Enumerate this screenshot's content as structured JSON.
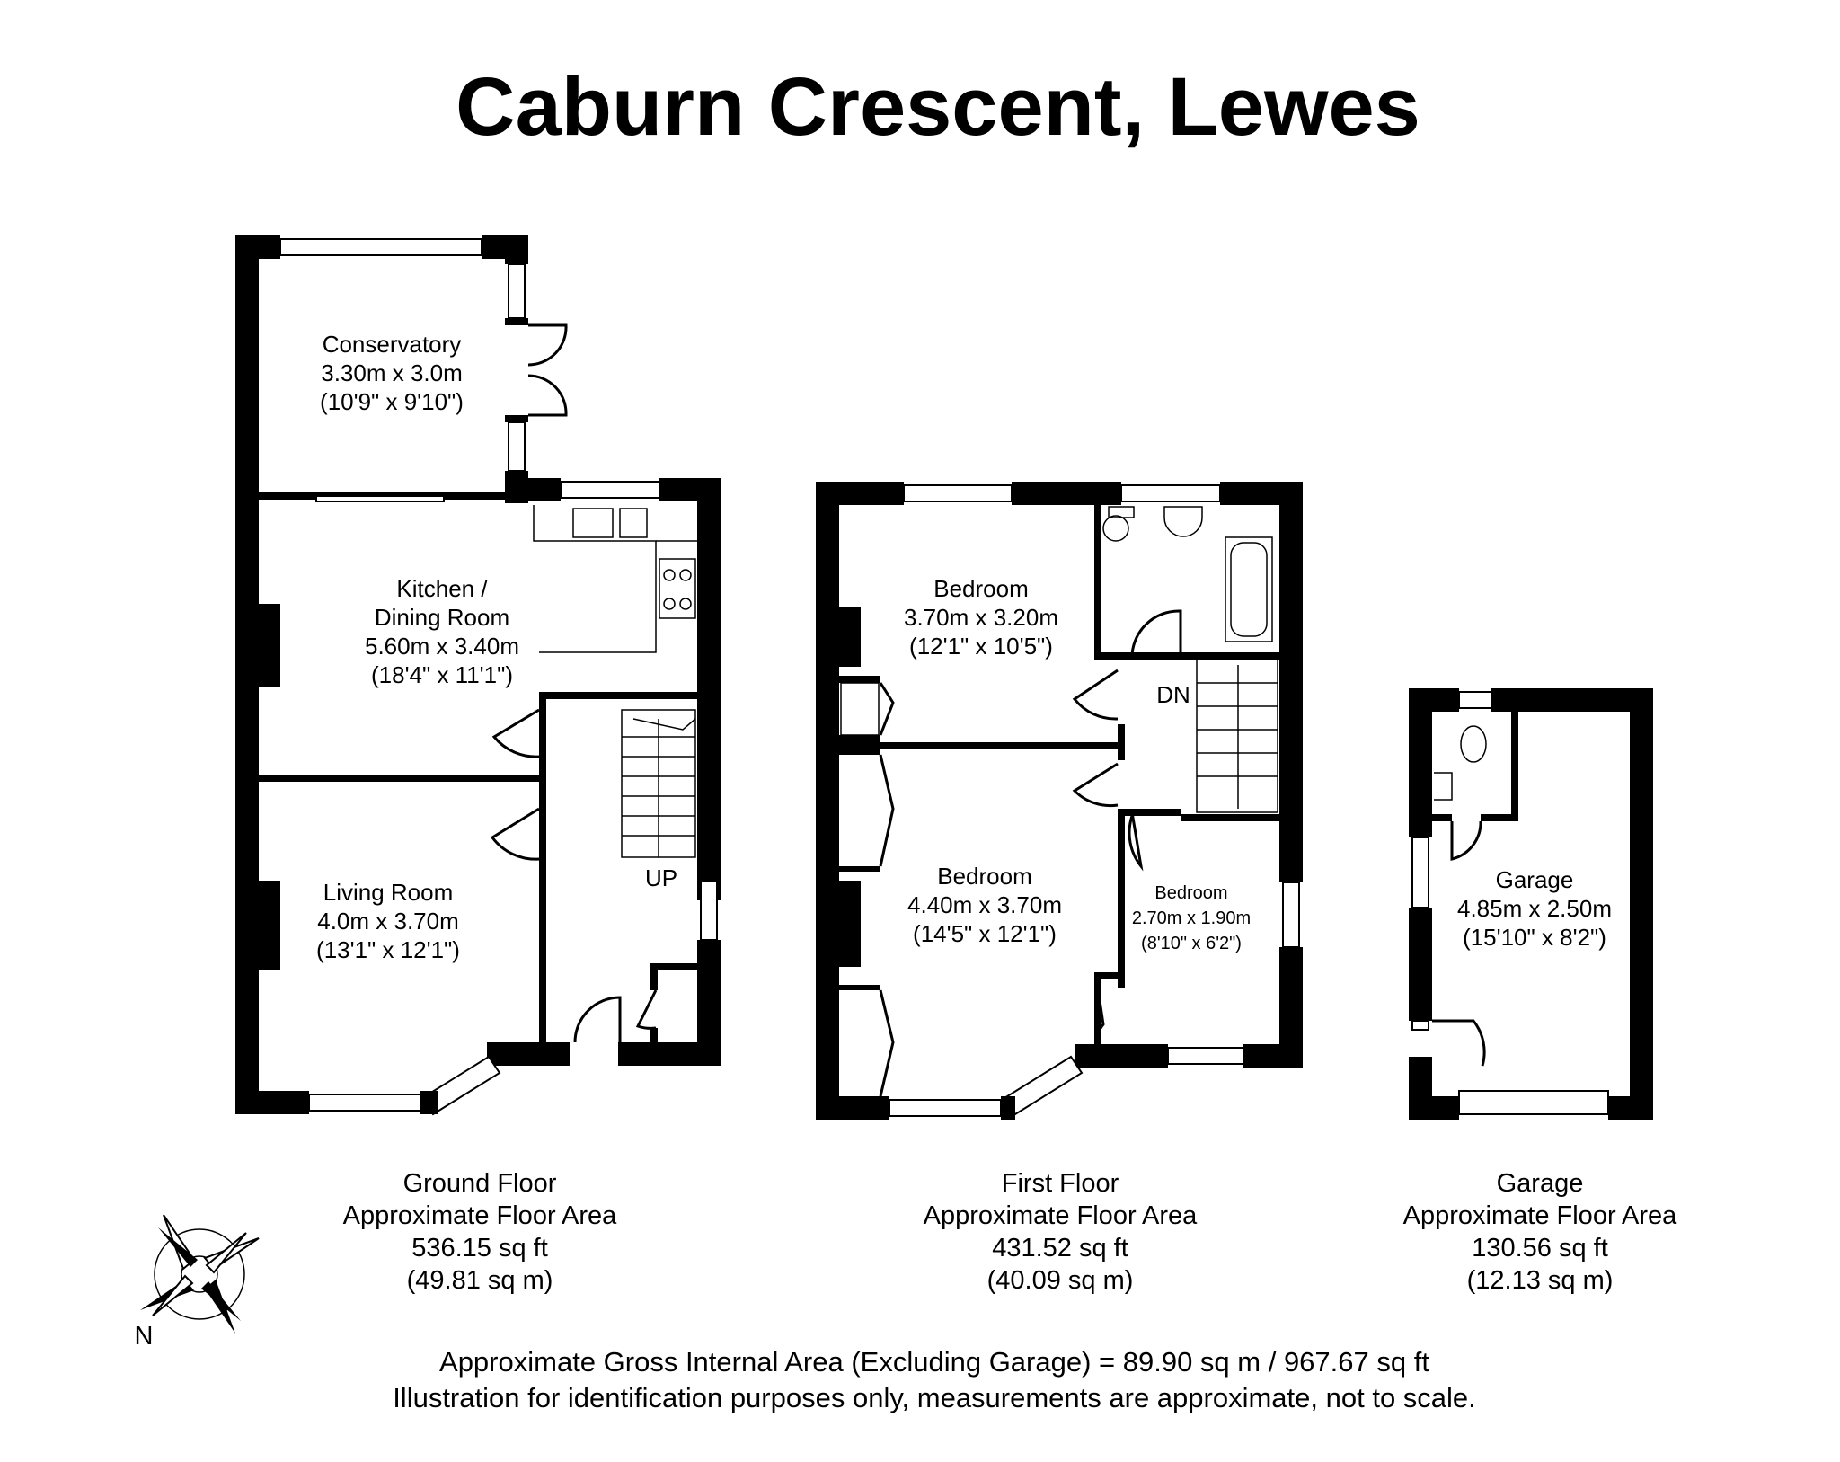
{
  "title": "Caburn Crescent, Lewes",
  "rooms": {
    "conservatory": {
      "name": "Conservatory",
      "metric": "3.30m x 3.0m",
      "imperial": "(10'9\" x 9'10\")"
    },
    "kitchen": {
      "name_line1": "Kitchen /",
      "name_line2": "Dining Room",
      "metric": "5.60m x 3.40m",
      "imperial": "(18'4\" x 11'1\")"
    },
    "living": {
      "name": "Living Room",
      "metric": "4.0m x 3.70m",
      "imperial": "(13'1\" x 12'1\")"
    },
    "bedroom1": {
      "name": "Bedroom",
      "metric": "3.70m x 3.20m",
      "imperial": "(12'1\" x 10'5\")"
    },
    "bedroom2": {
      "name": "Bedroom",
      "metric": "4.40m x 3.70m",
      "imperial": "(14'5\" x 12'1\")"
    },
    "bedroom3": {
      "name": "Bedroom",
      "metric": "2.70m x 1.90m",
      "imperial": "(8'10\" x 6'2\")"
    },
    "garage": {
      "name": "Garage",
      "metric": "4.85m x 2.50m",
      "imperial": "(15'10\" x 8'2\")"
    }
  },
  "stairs": {
    "up": "UP",
    "down": "DN"
  },
  "floors": {
    "ground": {
      "name": "Ground Floor",
      "label": "Approximate Floor Area",
      "sqft": "536.15 sq ft",
      "sqm": "(49.81 sq m)"
    },
    "first": {
      "name": "First Floor",
      "label": "Approximate Floor Area",
      "sqft": "431.52 sq ft",
      "sqm": "(40.09 sq m)"
    },
    "garage": {
      "name": "Garage",
      "label": "Approximate Floor Area",
      "sqft": "130.56 sq ft",
      "sqm": "(12.13 sq m)"
    }
  },
  "compass": {
    "north_label": "N",
    "icon": "compass-rose-icon"
  },
  "footer": {
    "gross_area": "Approximate Gross Internal Area (Excluding Garage) = 89.90 sq m / 967.67 sq ft",
    "disclaimer": "Illustration for identification purposes only, measurements are approximate, not to scale."
  }
}
